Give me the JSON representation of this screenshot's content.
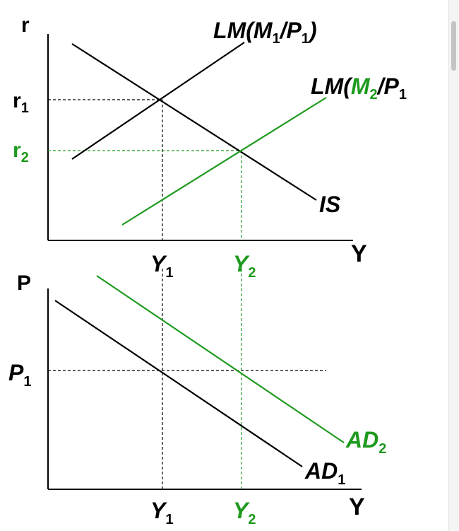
{
  "colors": {
    "ink": "#000000",
    "accent": "#1e9a1e"
  },
  "top_panel": {
    "y_axis_label": "r",
    "x_axis_label": "Y",
    "r1": {
      "main": "r",
      "sub": "1"
    },
    "r2": {
      "main": "r",
      "sub": "2"
    },
    "y1": {
      "main": "Y",
      "sub": "1"
    },
    "y2": {
      "main": "Y",
      "sub": "2"
    },
    "lm1": {
      "pre": "LM(",
      "m": "M",
      "m_sub": "1",
      "slash": "/",
      "p": "P",
      "p_sub": "1",
      "post": ")"
    },
    "lm2": {
      "pre": "LM(",
      "m": "M",
      "m_sub": "2",
      "slash": "/",
      "p": "P",
      "p_sub": "1"
    },
    "is_label": "IS"
  },
  "bottom_panel": {
    "y_axis_label": "P",
    "x_axis_label": "Y",
    "p1": {
      "main": "P",
      "sub": "1"
    },
    "y1": {
      "main": "Y",
      "sub": "1"
    },
    "y2": {
      "main": "Y",
      "sub": "2"
    },
    "ad1": {
      "main": "AD",
      "sub": "1"
    },
    "ad2": {
      "main": "AD",
      "sub": "2"
    }
  }
}
